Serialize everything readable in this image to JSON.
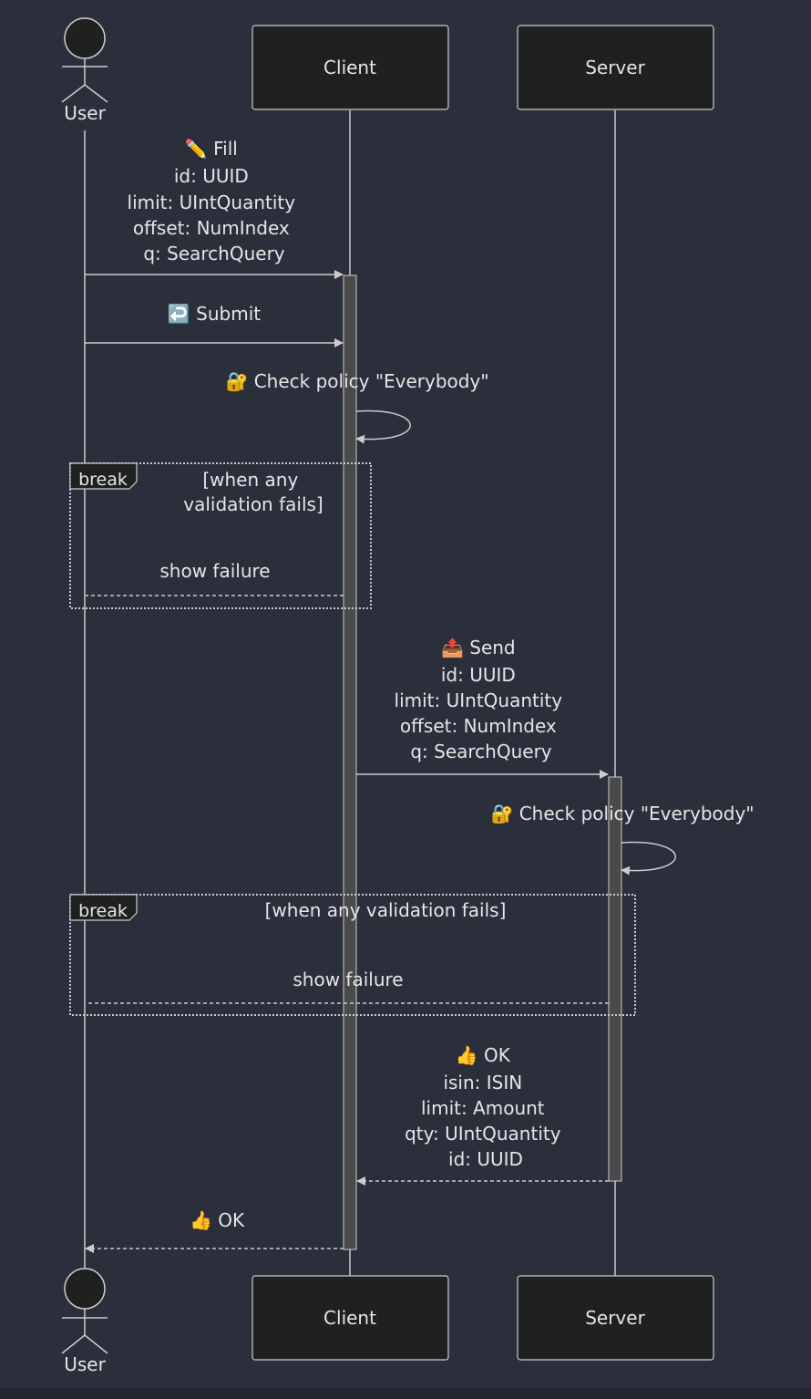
{
  "participants": {
    "user": "User",
    "client": "Client",
    "server": "Server"
  },
  "messages": {
    "fill": {
      "lines": [
        "✏️ Fill",
        "id: UUID",
        "limit: UIntQuantity",
        "offset: NumIndex",
        "q: SearchQuery"
      ]
    },
    "submit": {
      "lines": [
        "↩️ Submit"
      ]
    },
    "client_policy": {
      "lines": [
        "🔐 Check policy \"Everybody\""
      ]
    },
    "client_failure": {
      "lines": [
        "show failure"
      ]
    },
    "send": {
      "lines": [
        "📤 Send",
        "id: UUID",
        "limit: UIntQuantity",
        "offset: NumIndex",
        "q: SearchQuery"
      ]
    },
    "server_policy": {
      "lines": [
        "🔐 Check policy \"Everybody\""
      ]
    },
    "server_failure": {
      "lines": [
        "show failure"
      ]
    },
    "server_ok": {
      "lines": [
        "👍 OK",
        "isin: ISIN",
        "limit: Amount",
        "qty: UIntQuantity",
        "id: UUID"
      ]
    },
    "client_ok": {
      "lines": [
        "👍 OK"
      ]
    }
  },
  "fragments": {
    "break1": {
      "keyword": "break",
      "condition_lines": [
        "[when any",
        "validation fails]"
      ]
    },
    "break2": {
      "keyword": "break",
      "condition_lines": [
        "[when any validation fails]"
      ]
    }
  },
  "colors": {
    "background": "#2b2e3b",
    "actor_box": "#1f2020",
    "line": "#cccccc",
    "activation": "#4a4a4a",
    "text": "#e6e6e6"
  }
}
